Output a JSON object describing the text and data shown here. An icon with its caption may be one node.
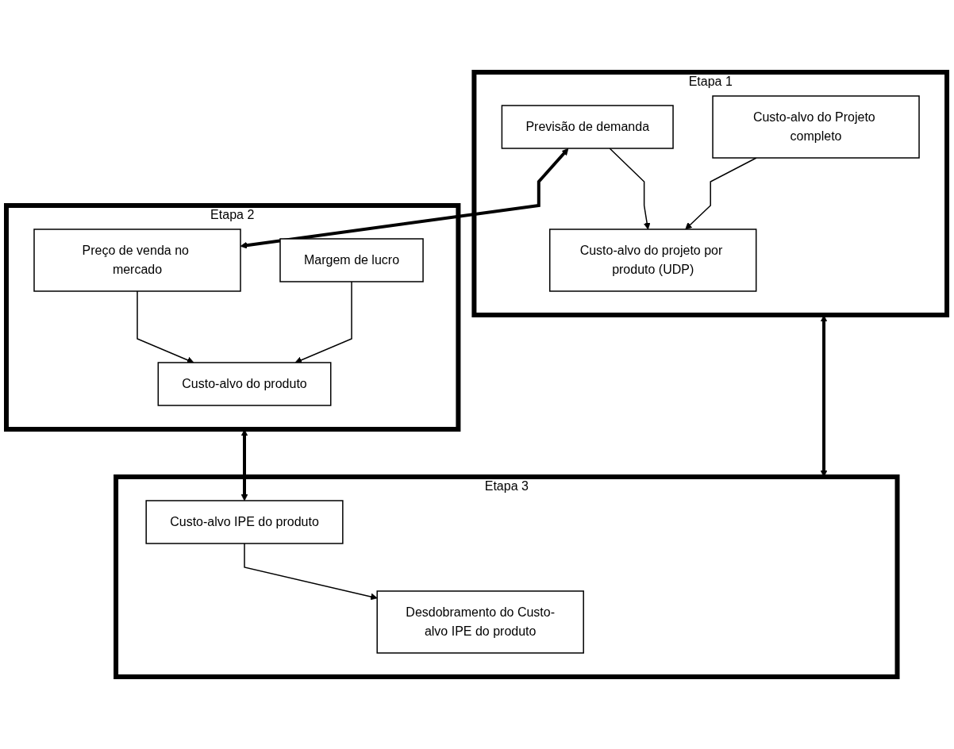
{
  "diagram": {
    "nodes": [
      {
        "text": [
          "Etapa 1"
        ]
      },
      {
        "text": [
          "Previsão de demanda"
        ],
        "in": 0
      },
      {
        "text": [
          "Custo-alvo do projeto por produto (UDP)"
        ],
        "in": 0
      },
      {
        "text": [
          "Custo-alvo do Projeto completo"
        ],
        "in": 0
      },
      {
        "text": [
          "Etapa 2"
        ]
      },
      {
        "text": [
          "Preço de venda no mercado"
        ],
        "in": 4
      },
      {
        "text": [
          "Margem de lucro"
        ],
        "in": 4
      },
      {
        "text": [
          "Custo-alvo do produto"
        ],
        "in": 4
      },
      {
        "text": [
          "Etapa 3"
        ]
      },
      {
        "text": [
          "Custo-alvo IPE do produto"
        ],
        "in": 8
      },
      {
        "text": [
          "Desdobramento do Custo-alvo IPE do produto"
        ],
        "in": 8
      }
    ],
    "edges": [
      {
        "from": 1,
        "to": 2,
        "arrow": "to"
      },
      {
        "from": 3,
        "to": 2,
        "arrow": "to"
      },
      {
        "from": 1,
        "to": 5,
        "arrow": "both",
        "style": "thick"
      },
      {
        "from": 0,
        "to": 8,
        "arrow": "both",
        "style": "thick"
      },
      {
        "from": 5,
        "to": 7,
        "arrow": "to"
      },
      {
        "from": 6,
        "to": 7,
        "arrow": "to"
      },
      {
        "from": 4,
        "to": 9,
        "arrow": "both",
        "style": "thick"
      },
      {
        "from": 9,
        "to": 10,
        "arrow": "to"
      }
    ]
  }
}
